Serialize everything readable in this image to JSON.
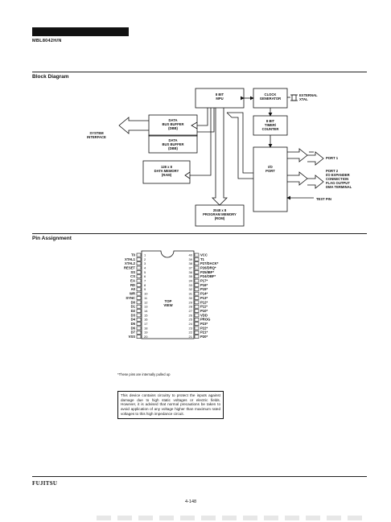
{
  "header": {
    "part_number": "MBL8042H/N"
  },
  "block_diagram": {
    "title": "Block Diagram",
    "blocks": {
      "cpu": [
        "8 BIT",
        "MPU"
      ],
      "clock": [
        "CLOCK",
        "GENERATOR"
      ],
      "timer": [
        "8 BIT",
        "TIMER/",
        "COUNTER"
      ],
      "dbb1": [
        "DATA",
        "BUS BUFFER",
        "(DBB)"
      ],
      "dbb2": [
        "DATA",
        "BUS BUFFER",
        "(DBB)"
      ],
      "ram": [
        "128 x 8",
        "DATA MEMORY",
        "(RAM)"
      ],
      "io": [
        "I/O",
        "PORT"
      ],
      "rom": [
        "2048 x 8",
        "PROGRAM MEMORY",
        "(ROM)"
      ]
    },
    "labels": {
      "system_interface": [
        "SYSTEM",
        "INTERFACE"
      ],
      "external_xtal": [
        "EXTERNAL",
        "XTAL"
      ],
      "port1": "PORT 1",
      "port2": [
        "PORT 2",
        "I/O EXPANDER",
        "CONNECTION",
        "FLAG OUTPUT",
        "DMA TERMINAL"
      ],
      "test_pin": "TEST PIN"
    }
  },
  "pin_assignment": {
    "title": "Pin Assignment",
    "top_view": [
      "TOP",
      "VIEW"
    ],
    "left_pins": [
      {
        "num": "1",
        "name": "T0"
      },
      {
        "num": "2",
        "name": "XTAL1"
      },
      {
        "num": "3",
        "name": "XTAL2"
      },
      {
        "num": "4",
        "name": "RESET"
      },
      {
        "num": "5",
        "name": "SS"
      },
      {
        "num": "6",
        "name": "CS"
      },
      {
        "num": "7",
        "name": "EA"
      },
      {
        "num": "8",
        "name": "RD"
      },
      {
        "num": "9",
        "name": "A0"
      },
      {
        "num": "10",
        "name": "WR"
      },
      {
        "num": "11",
        "name": "SYNC"
      },
      {
        "num": "12",
        "name": "D0"
      },
      {
        "num": "13",
        "name": "D1"
      },
      {
        "num": "14",
        "name": "D2"
      },
      {
        "num": "15",
        "name": "D3"
      },
      {
        "num": "16",
        "name": "D4"
      },
      {
        "num": "17",
        "name": "D5"
      },
      {
        "num": "18",
        "name": "D6"
      },
      {
        "num": "19",
        "name": "D7"
      },
      {
        "num": "20",
        "name": "VSS"
      }
    ],
    "right_pins": [
      {
        "num": "40",
        "name": "VCC"
      },
      {
        "num": "39",
        "name": "T1"
      },
      {
        "num": "38",
        "name": "P27/DACK*"
      },
      {
        "num": "37",
        "name": "P26/DRQ*"
      },
      {
        "num": "36",
        "name": "P25/IBF*"
      },
      {
        "num": "35",
        "name": "P24/OBF*"
      },
      {
        "num": "34",
        "name": "P17*"
      },
      {
        "num": "33",
        "name": "P16*"
      },
      {
        "num": "32",
        "name": "P15*"
      },
      {
        "num": "31",
        "name": "P14*"
      },
      {
        "num": "30",
        "name": "P13*"
      },
      {
        "num": "29",
        "name": "P12*"
      },
      {
        "num": "28",
        "name": "P11*"
      },
      {
        "num": "27",
        "name": "P10*"
      },
      {
        "num": "26",
        "name": "VDD"
      },
      {
        "num": "25",
        "name": "PROG"
      },
      {
        "num": "24",
        "name": "P23*"
      },
      {
        "num": "23",
        "name": "P22*"
      },
      {
        "num": "22",
        "name": "P21*"
      },
      {
        "num": "21",
        "name": "P20*"
      }
    ],
    "footnote": "*These pins are internally pulled up"
  },
  "notice": "This device contains circuitry to protect the inputs against damage due to high static voltages or electric fields. However, it is advised that normal precautions be taken to avoid application of any voltage higher than maximum rated voltages to this high impedance circuit.",
  "footer": {
    "brand": "FUJITSU",
    "page": "4-148"
  }
}
